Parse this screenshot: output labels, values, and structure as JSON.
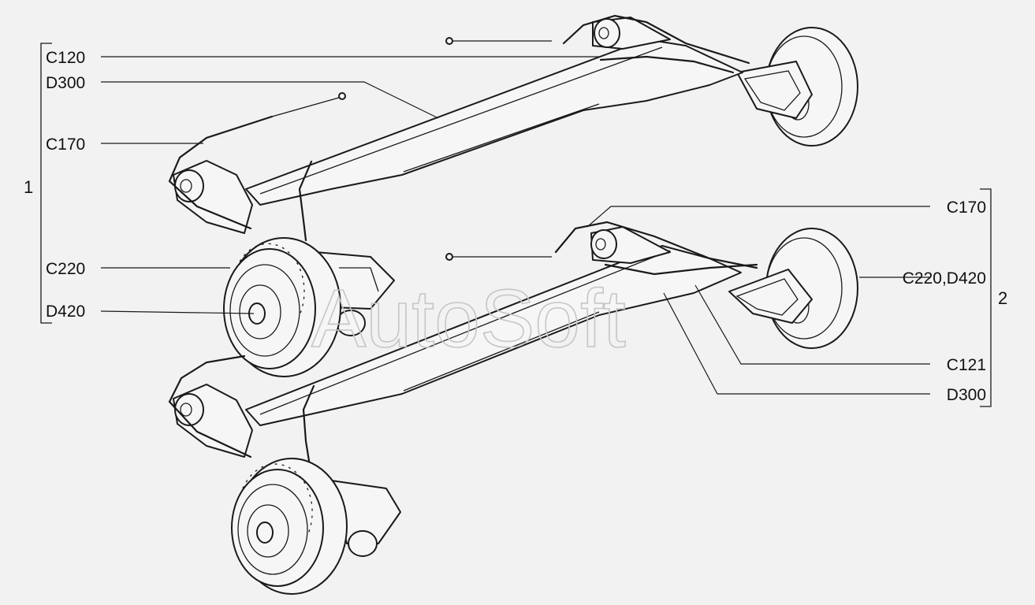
{
  "watermark": "AutoSoft",
  "groups": [
    {
      "number": "1",
      "labels": [
        "C120",
        "D300",
        "C170",
        "C220",
        "D420"
      ]
    },
    {
      "number": "2",
      "labels": [
        "C170",
        "C220,D420",
        "C121",
        "D300"
      ]
    }
  ],
  "colors": {
    "background": "#f2f2f2",
    "ink": "#1a1a1a",
    "watermark": "#c6c6c6"
  }
}
